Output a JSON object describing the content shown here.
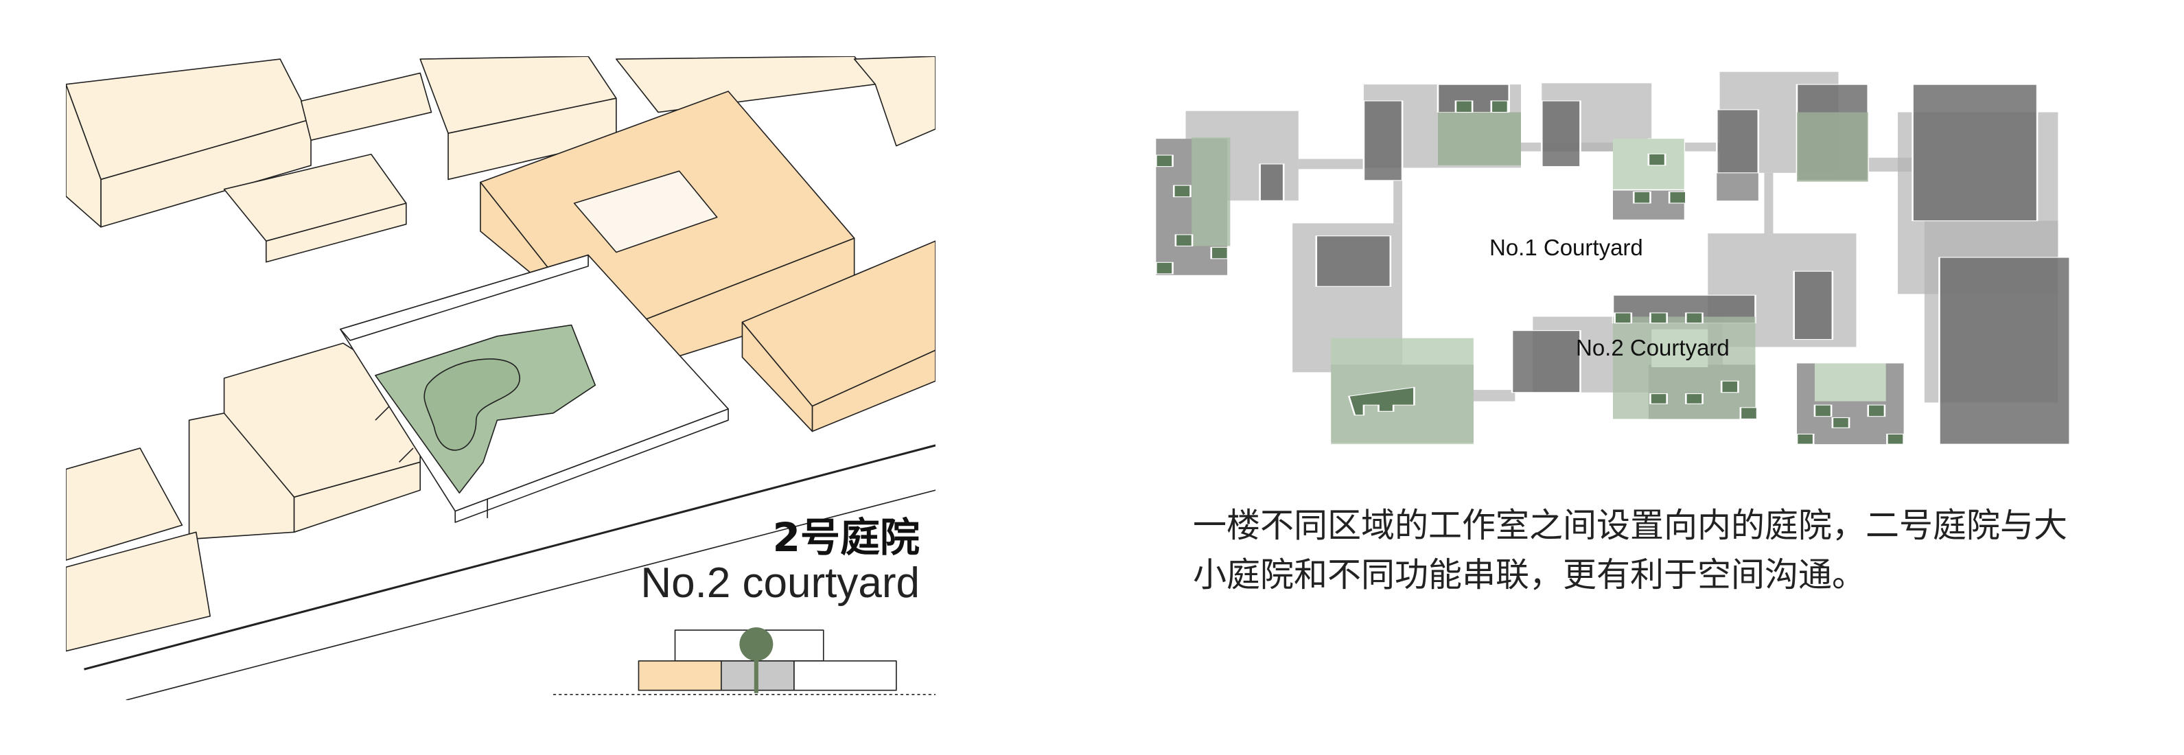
{
  "axonometric": {
    "title_cn": "2号庭院",
    "title_en": "No.2 courtyard",
    "colors": {
      "context_building": "#fdf1dc",
      "highlight_building": "#fbdcb0",
      "courtyard_green": "#a9c2a2",
      "section_gray": "#c8c8c8",
      "tree": "#667d5c"
    }
  },
  "plan": {
    "labels": [
      "No.1 Courtyard",
      "No.2 Courtyard"
    ],
    "colors": {
      "light_gray": "#c4c4c4",
      "dark_gray": "#7a7a7a",
      "mid_gray": "#9c9c9c",
      "light_green": "#c6d8c3",
      "green_gray": "#9db098",
      "dark_green": "#5d7a5a"
    }
  },
  "description": {
    "lines": [
      "一楼不同区域的工作室之间设置向内的庭院，二号庭院与大",
      "小庭院和不同功能串联，更有利于空间沟通。"
    ]
  }
}
